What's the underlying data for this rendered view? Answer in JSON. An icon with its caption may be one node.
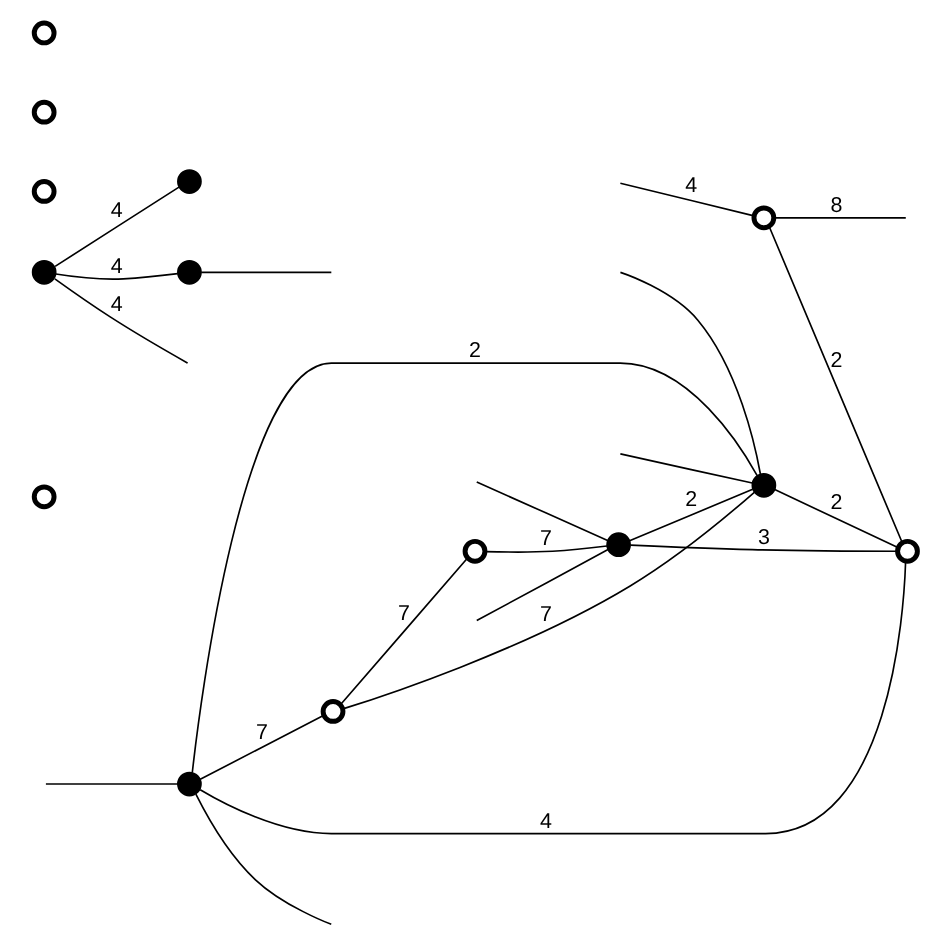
{
  "diagram": {
    "nodes": [
      {
        "text": [],
        "shape": "circle"
      },
      {
        "text": [],
        "shape": "dot"
      },
      {
        "text": [],
        "shape": "circle"
      },
      {
        "text": [],
        "shape": "dot"
      },
      {
        "text": [],
        "shape": "circle"
      },
      {
        "text": [],
        "shape": "dot"
      },
      {
        "text": [],
        "shape": "circle"
      },
      {
        "text": [],
        "shape": "circle"
      },
      {
        "text": [],
        "shape": "dot"
      },
      {
        "text": [],
        "shape": "circle"
      },
      {
        "text": [],
        "shape": "dot"
      },
      {
        "text": [],
        "shape": "circle"
      },
      {
        "text": [],
        "shape": "dot"
      },
      {
        "text": [],
        "shape": "circle"
      }
    ],
    "edges": [
      {
        "from": null,
        "to": 0,
        "arrow": "none",
        "label": "4"
      },
      {
        "from": 0,
        "to": null,
        "arrow": "none",
        "label": "8"
      },
      {
        "from": null,
        "to": 1,
        "arrow": "none"
      },
      {
        "from": 1,
        "to": null,
        "arrow": "none"
      },
      {
        "from": 1,
        "to": 2,
        "arrow": "none",
        "label": "7"
      },
      {
        "from": 1,
        "to": 3,
        "arrow": "none",
        "label": "2"
      },
      {
        "from": 1,
        "to": 6,
        "arrow": "none",
        "label": "4"
      },
      {
        "from": 0,
        "to": 6,
        "arrow": "none",
        "label": "2"
      },
      {
        "from": 2,
        "to": 3,
        "arrow": "none",
        "label": "7"
      },
      {
        "from": 2,
        "to": 4,
        "arrow": "none",
        "label": "7"
      },
      {
        "from": null,
        "to": 3,
        "arrow": "none"
      },
      {
        "from": null,
        "to": 3,
        "arrow": "none"
      },
      {
        "from": 4,
        "to": 5,
        "arrow": "none",
        "label": "7"
      },
      {
        "from": null,
        "to": 5,
        "arrow": "none"
      },
      {
        "from": null,
        "to": 5,
        "arrow": "none"
      },
      {
        "from": 5,
        "to": 3,
        "arrow": "none",
        "label": "2"
      },
      {
        "from": 3,
        "to": 6,
        "arrow": "none",
        "label": "2"
      },
      {
        "from": 5,
        "to": 6,
        "arrow": "none",
        "label": "3"
      },
      {
        "from": 10,
        "to": 8,
        "arrow": "none",
        "label": "4"
      },
      {
        "from": 10,
        "to": null,
        "arrow": "none",
        "label": "4"
      },
      {
        "from": 10,
        "to": 12,
        "arrow": "none",
        "label": "4"
      },
      {
        "from": 12,
        "to": null,
        "arrow": "none"
      }
    ]
  }
}
